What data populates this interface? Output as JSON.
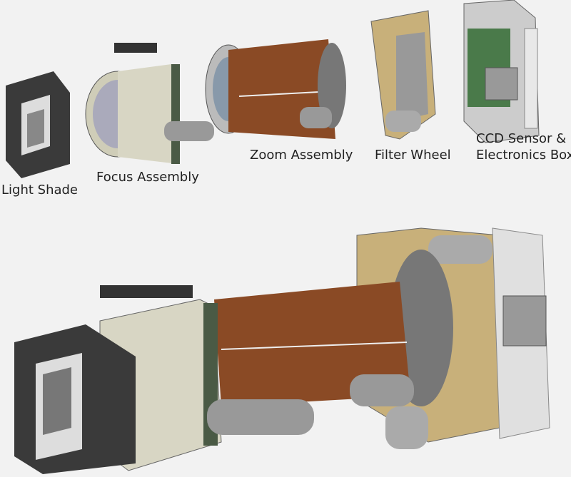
{
  "labels": {
    "light_shade": "Light Shade",
    "focus_assembly": "Focus Assembly",
    "zoom_assembly": "Zoom Assembly",
    "filter_wheel": "Filter Wheel",
    "ccd_line1": "CCD Sensor &",
    "ccd_line2": "Electronics Box"
  },
  "colors": {
    "background": "#f2f2f2",
    "copper": "#8a4a25",
    "cream": "#d8d6c4",
    "tan": "#c8b07a",
    "grey": "#9a9a9a",
    "dark": "#3a3a3a"
  }
}
